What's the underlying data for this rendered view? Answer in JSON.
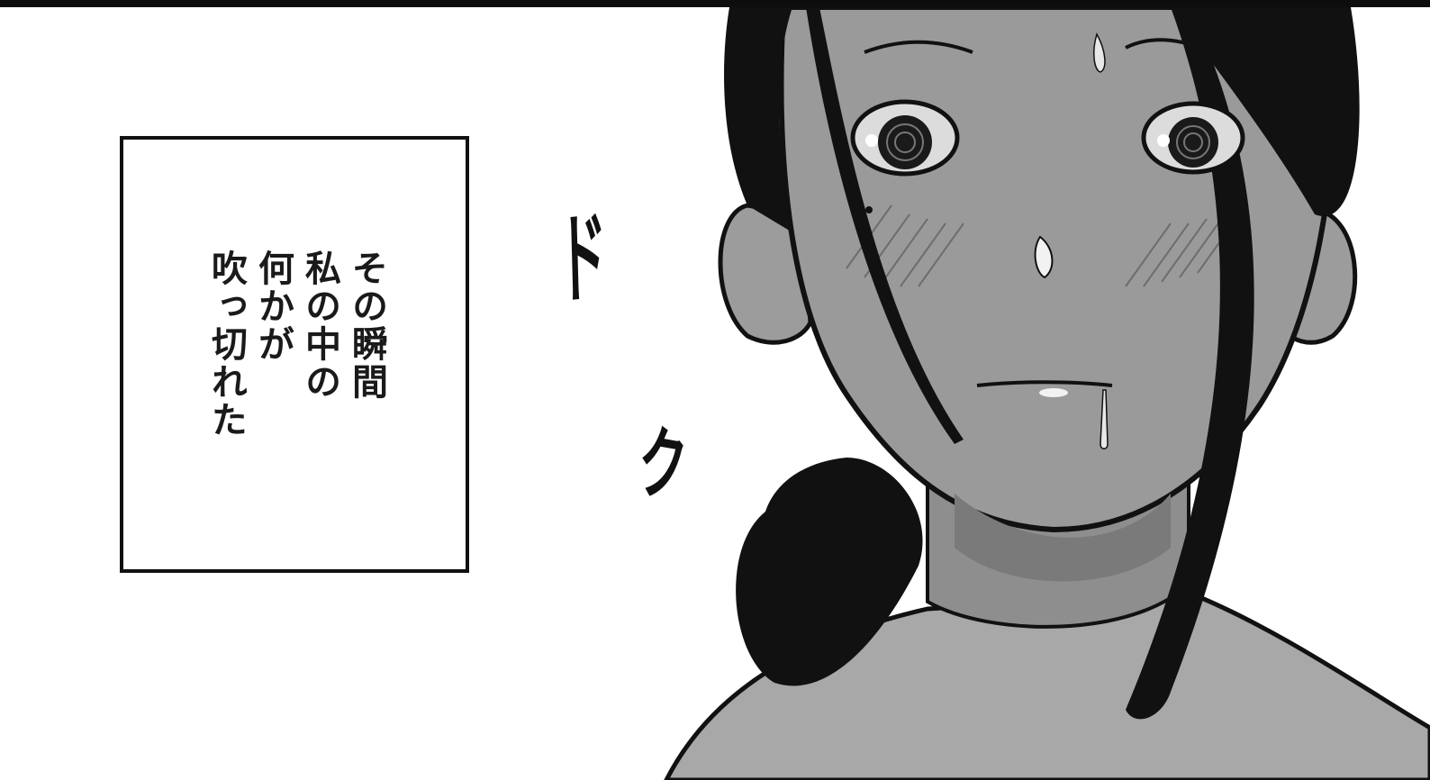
{
  "caption": {
    "lines": [
      "その瞬間",
      "私の中の",
      "何かが",
      "吹っ切れた"
    ]
  },
  "sound_effects": {
    "do": "ド",
    "ku": "ク"
  },
  "colors": {
    "ink": "#111111",
    "skin_tone": "#9a9a9a",
    "paper": "#ffffff"
  }
}
